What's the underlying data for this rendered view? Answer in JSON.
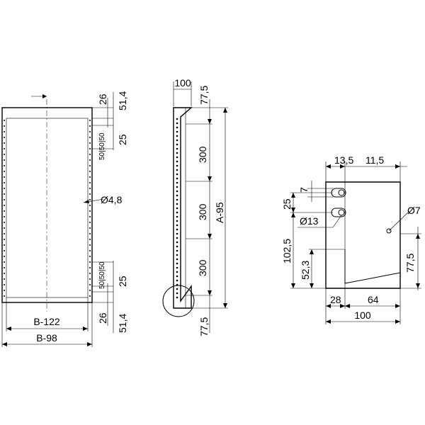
{
  "front_view": {
    "dims": {
      "top_26": "26",
      "top_51_4": "51,4",
      "top_25": "25",
      "top_50_stack": "50|50|50",
      "hole_dia": "Ø4,8",
      "bot_50_stack": "50|50|50",
      "bot_25": "25",
      "bot_26": "26",
      "bot_51_4": "51,4",
      "width_b122": "B-122",
      "width_b98": "B-98"
    }
  },
  "side_view": {
    "dims": {
      "top_100": "100",
      "top_77_5": "77,5",
      "pitch_1": "300",
      "pitch_2": "300",
      "pitch_3": "300",
      "height_a95": "A-95",
      "bot_77_5": "77,5"
    }
  },
  "detail_view": {
    "dims": {
      "top_13_5": "13,5",
      "top_11_5": "11,5",
      "d7_left": "7",
      "d25": "25",
      "slot_d13": "Ø13",
      "hole_d7": "Ø7",
      "d102_5": "102,5",
      "d52_3": "52,3",
      "d77_5": "77,5",
      "d28": "28",
      "d64": "64",
      "d100": "100"
    }
  }
}
